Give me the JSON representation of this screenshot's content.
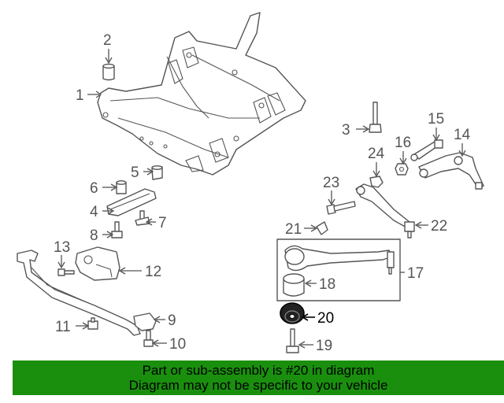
{
  "callouts": [
    {
      "id": "1",
      "text": "1"
    },
    {
      "id": "2",
      "text": "2"
    },
    {
      "id": "3",
      "text": "3"
    },
    {
      "id": "4",
      "text": "4"
    },
    {
      "id": "5",
      "text": "5"
    },
    {
      "id": "6",
      "text": "6"
    },
    {
      "id": "7",
      "text": "7"
    },
    {
      "id": "8",
      "text": "8"
    },
    {
      "id": "9",
      "text": "9"
    },
    {
      "id": "10",
      "text": "10"
    },
    {
      "id": "11",
      "text": "11"
    },
    {
      "id": "12",
      "text": "12"
    },
    {
      "id": "13",
      "text": "13"
    },
    {
      "id": "14",
      "text": "14"
    },
    {
      "id": "15",
      "text": "15"
    },
    {
      "id": "16",
      "text": "16"
    },
    {
      "id": "17",
      "text": "17"
    },
    {
      "id": "18",
      "text": "18"
    },
    {
      "id": "19",
      "text": "19"
    },
    {
      "id": "20",
      "text": "20"
    },
    {
      "id": "21",
      "text": "21"
    },
    {
      "id": "22",
      "text": "22"
    },
    {
      "id": "23",
      "text": "23"
    },
    {
      "id": "24",
      "text": "24"
    }
  ],
  "highlighted_part": "20",
  "banner": {
    "line1": "Part or sub-assembly is #20 in diagram",
    "line2": "Diagram may not be specific to your vehicle",
    "background": "#1a8f0e"
  },
  "colors": {
    "line_art": "#555555",
    "highlight": "#000000",
    "highlight_fill": "#222222"
  }
}
